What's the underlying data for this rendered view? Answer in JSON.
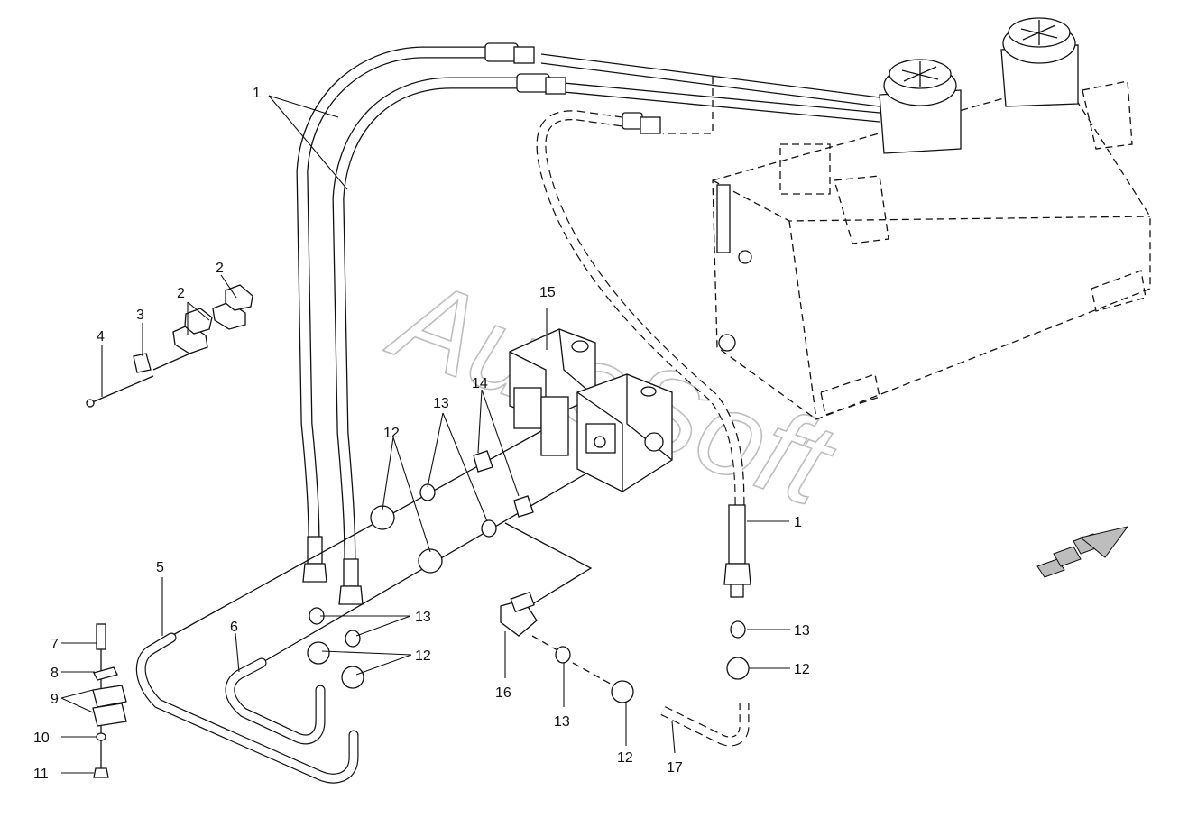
{
  "watermark": "AutoSoft",
  "callouts": [
    {
      "id": "c1a",
      "text": "1"
    },
    {
      "id": "c1b",
      "text": "1"
    },
    {
      "id": "c2a",
      "text": "2"
    },
    {
      "id": "c2b",
      "text": "2"
    },
    {
      "id": "c3",
      "text": "3"
    },
    {
      "id": "c4",
      "text": "4"
    },
    {
      "id": "c5",
      "text": "5"
    },
    {
      "id": "c6",
      "text": "6"
    },
    {
      "id": "c7",
      "text": "7"
    },
    {
      "id": "c8",
      "text": "8"
    },
    {
      "id": "c9",
      "text": "9"
    },
    {
      "id": "c10",
      "text": "10"
    },
    {
      "id": "c11",
      "text": "11"
    },
    {
      "id": "c12a",
      "text": "12"
    },
    {
      "id": "c12b",
      "text": "12"
    },
    {
      "id": "c12c",
      "text": "12"
    },
    {
      "id": "c12d",
      "text": "12"
    },
    {
      "id": "c13a",
      "text": "13"
    },
    {
      "id": "c13b",
      "text": "13"
    },
    {
      "id": "c13c",
      "text": "13"
    },
    {
      "id": "c13d",
      "text": "13"
    },
    {
      "id": "c14",
      "text": "14"
    },
    {
      "id": "c15",
      "text": "15"
    },
    {
      "id": "c16",
      "text": "16"
    },
    {
      "id": "c17",
      "text": "17"
    }
  ],
  "colors": {
    "line": "#111111",
    "watermark": "#bdbdbd",
    "hatch": "#bdbdbd"
  },
  "icons": {
    "direction_arrow": "front-direction-arrow-icon"
  }
}
